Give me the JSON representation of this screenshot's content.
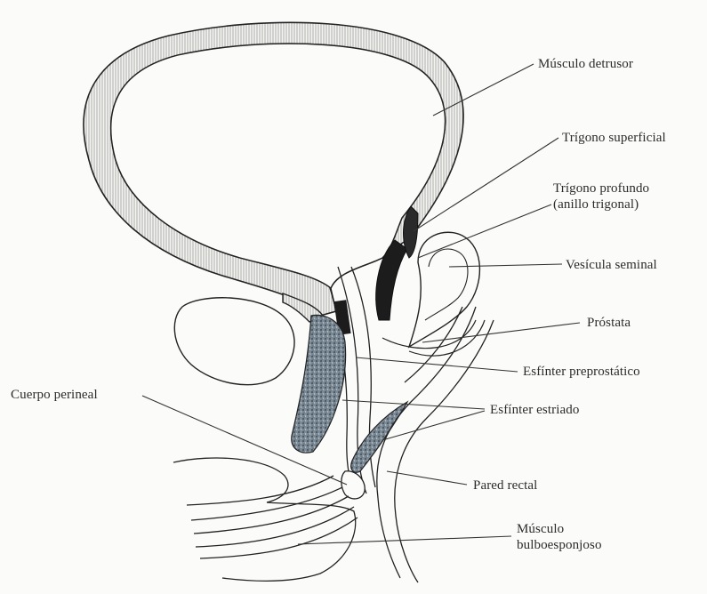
{
  "labels": {
    "musculo_detrusor": "Músculo detrusor",
    "trigono_superficial": "Trígono superficial",
    "trigono_profundo_1": "Trígono profundo",
    "trigono_profundo_2": "(anillo trigonal)",
    "vesicula_seminal": "Vesícula seminal",
    "prostata": "Próstata",
    "esfinter_preprostatico": "Esfínter preprostático",
    "cuerpo_perineal": "Cuerpo perineal",
    "esfinter_estriado": "Esfínter estriado",
    "pared_rectal": "Pared rectal",
    "musculo_bulbo_1": "Músculo",
    "musculo_bulbo_2": "bulboesponjoso"
  }
}
